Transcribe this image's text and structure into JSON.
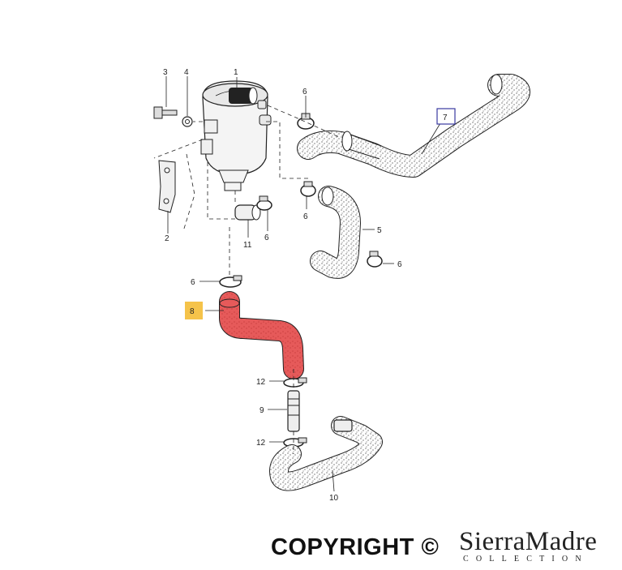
{
  "diagram": {
    "part_labels": {
      "p1": "1",
      "p2": "2",
      "p3": "3",
      "p4": "4",
      "p5": "5",
      "p6a": "6",
      "p6b": "6",
      "p6c": "6",
      "p6d": "6",
      "p6e": "6",
      "p7": "7",
      "p8": "8",
      "p9": "9",
      "p10": "10",
      "p11": "11",
      "p12a": "12",
      "p12b": "12"
    },
    "highlight": {
      "part": "8",
      "color": "#e65a5a",
      "label_bg": "#f5c34a"
    },
    "boxed_part": "7"
  },
  "footer": {
    "copyright": "COPYRIGHT ©",
    "brand": "SierraMadre",
    "brand_sub": "COLLECTION"
  }
}
